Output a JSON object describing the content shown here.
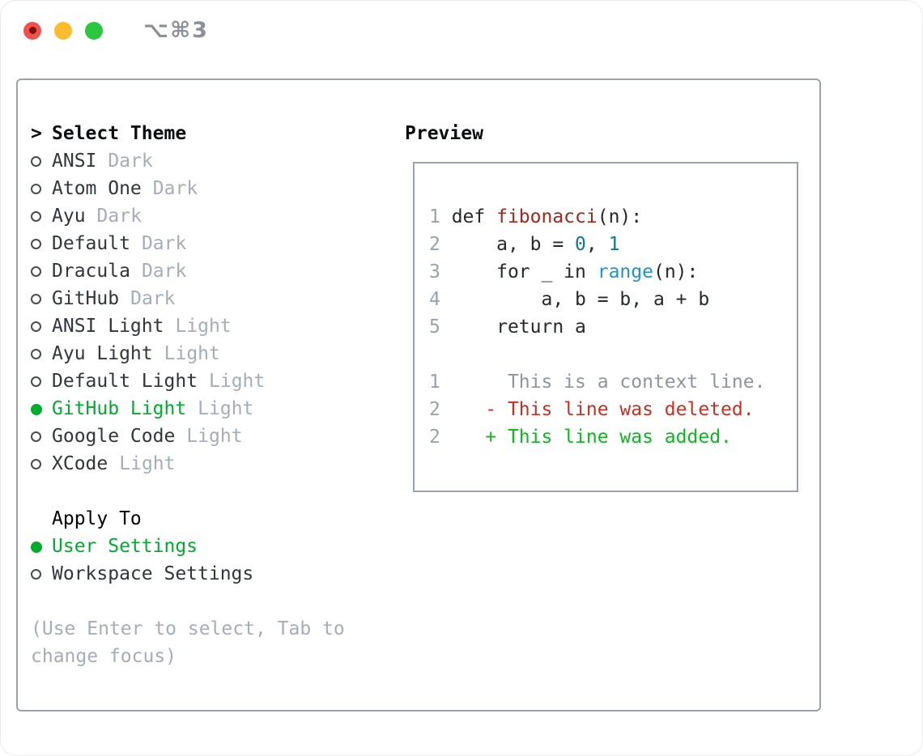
{
  "window": {
    "title_shortcut": "⌥⌘3"
  },
  "theme_list": {
    "header": "Select Theme",
    "header_prefix": ">",
    "items": [
      {
        "name": "ANSI",
        "tag": "Dark",
        "selected": false
      },
      {
        "name": "Atom One",
        "tag": "Dark",
        "selected": false
      },
      {
        "name": "Ayu",
        "tag": "Dark",
        "selected": false
      },
      {
        "name": "Default",
        "tag": "Dark",
        "selected": false
      },
      {
        "name": "Dracula",
        "tag": "Dark",
        "selected": false
      },
      {
        "name": "GitHub",
        "tag": "Dark",
        "selected": false
      },
      {
        "name": "ANSI Light",
        "tag": "Light",
        "selected": false
      },
      {
        "name": "Ayu Light",
        "tag": "Light",
        "selected": false
      },
      {
        "name": "Default Light",
        "tag": "Light",
        "selected": false
      },
      {
        "name": "GitHub Light",
        "tag": "Light",
        "selected": true
      },
      {
        "name": "Google Code",
        "tag": "Light",
        "selected": false
      },
      {
        "name": "XCode",
        "tag": "Light",
        "selected": false
      }
    ]
  },
  "apply_to": {
    "header": "Apply To",
    "options": [
      {
        "label": "User Settings",
        "selected": true
      },
      {
        "label": "Workspace Settings",
        "selected": false
      }
    ]
  },
  "hint": "(Use Enter to select, Tab to change focus)",
  "preview": {
    "header": "Preview",
    "lines": [
      {
        "tokens": [
          {
            "s": "lineno",
            "t": "1 "
          },
          {
            "s": "plain",
            "t": "def "
          },
          {
            "s": "func",
            "t": "fibonacci"
          },
          {
            "s": "plain",
            "t": "(n):"
          }
        ]
      },
      {
        "tokens": [
          {
            "s": "lineno",
            "t": "2 "
          },
          {
            "s": "plain",
            "t": "    a, b = "
          },
          {
            "s": "num",
            "t": "0"
          },
          {
            "s": "plain",
            "t": ", "
          },
          {
            "s": "num",
            "t": "1"
          }
        ]
      },
      {
        "tokens": [
          {
            "s": "lineno",
            "t": "3 "
          },
          {
            "s": "plain",
            "t": "    for _ in "
          },
          {
            "s": "builtin",
            "t": "range"
          },
          {
            "s": "plain",
            "t": "(n):"
          }
        ]
      },
      {
        "tokens": [
          {
            "s": "lineno",
            "t": "4 "
          },
          {
            "s": "plain",
            "t": "        a, b = b, a + b"
          }
        ]
      },
      {
        "tokens": [
          {
            "s": "lineno",
            "t": "5 "
          },
          {
            "s": "plain",
            "t": "    return a"
          }
        ]
      },
      {
        "tokens": []
      },
      {
        "tokens": [
          {
            "s": "lineno",
            "t": "1"
          },
          {
            "s": "ctx",
            "t": "      This is a context line."
          }
        ]
      },
      {
        "tokens": [
          {
            "s": "lineno",
            "t": "2"
          },
          {
            "s": "del",
            "t": "    - This line was deleted."
          }
        ]
      },
      {
        "tokens": [
          {
            "s": "lineno",
            "t": "2"
          },
          {
            "s": "add",
            "t": "    + This line was added."
          }
        ]
      }
    ]
  },
  "colors": {
    "accent-green": "#00ab2f",
    "add-green": "#0db81f",
    "del-red": "#c53022",
    "func-red": "#a2271d",
    "num-teal": "#10798a",
    "builtin-blue": "#2094d2",
    "border": "#9aa3ad",
    "muted": "#a4adb8",
    "title-gray": "#8a9096",
    "traffic-red": "#f0524b",
    "traffic-yellow": "#fdbc2e",
    "traffic-green": "#29c83f"
  }
}
